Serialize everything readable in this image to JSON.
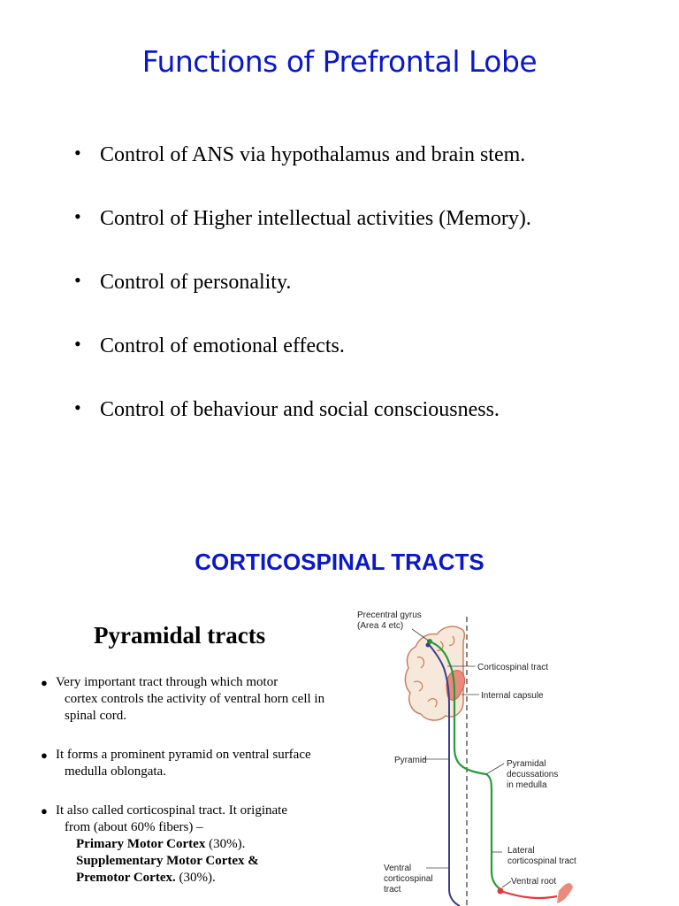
{
  "slide1": {
    "title": "Functions of Prefrontal Lobe",
    "bullets": [
      "Control of ANS via hypothalamus and brain stem.",
      "Control of Higher intellectual activities (Memory).",
      "Control of  personality.",
      "Control of emotional effects.",
      "Control of behaviour and social consciousness."
    ]
  },
  "slide2": {
    "title": "CORTICOSPINAL TRACTS",
    "subtitle": "Pyramidal tracts",
    "points": {
      "p1_line1": "Very important tract through which motor",
      "p1_rest": "cortex controls the activity of ventral horn cell in spinal cord.",
      "p2_line1": "It forms a prominent pyramid on ventral surface",
      "p2_rest": "medulla oblongata.",
      "p3_line1": "It also called corticospinal tract. It originate",
      "p3_rest": "from (about 60% fibers) –",
      "primary_bold": "Primary Motor Cortex",
      "primary_pct": " (30%).",
      "supp_bold": "Supplementary Motor Cortex &",
      "premotor_bold": "Premotor Cortex.",
      "premotor_pct": " (30%)."
    },
    "diagram": {
      "precentral_1": "Precentral gyrus",
      "precentral_2": "(Area 4 etc)",
      "corticospinal": "Corticospinal tract",
      "internal_capsule": "Internal capsule",
      "pyramid": "Pyramid",
      "decussation_1": "Pyramidal",
      "decussation_2": "decussations",
      "decussation_3": "in medulla",
      "lateral_1": "Lateral",
      "lateral_2": "corticospinal tract",
      "ventral_1": "Ventral",
      "ventral_2": "corticospinal",
      "ventral_3": "tract",
      "ventral_root": "Ventral root",
      "colors": {
        "lateral_tract": "#2a9a3a",
        "ventral_tract": "#3a3f8a",
        "capsule": "#e98a7a",
        "motor": "#e23a3a"
      }
    }
  }
}
